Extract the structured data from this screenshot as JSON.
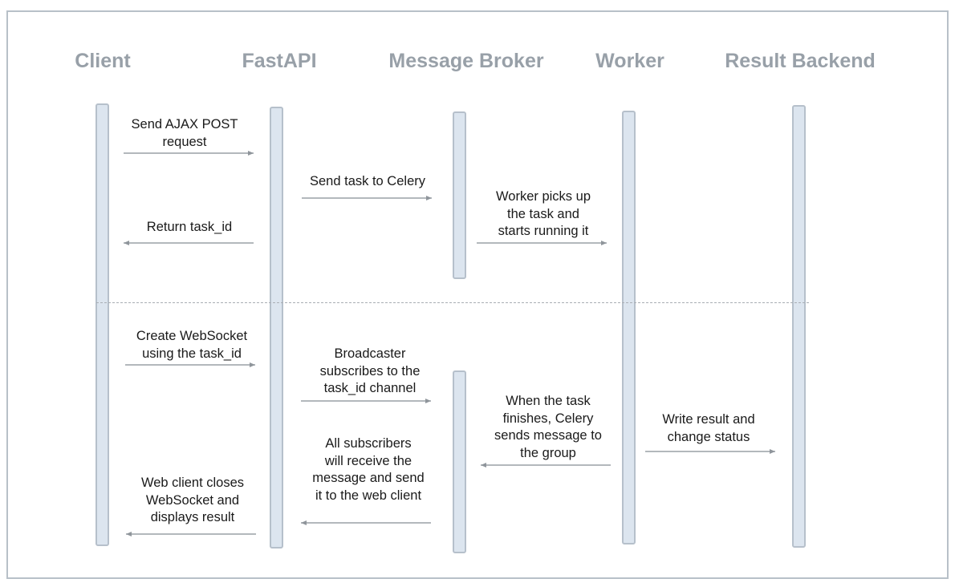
{
  "participants": [
    {
      "name": "Client"
    },
    {
      "name": "FastAPI"
    },
    {
      "name": "Message Broker"
    },
    {
      "name": "Worker"
    },
    {
      "name": "Result Backend"
    }
  ],
  "messages": [
    {
      "from": "Client",
      "to": "FastAPI",
      "lines": [
        "Send AJAX POST",
        "request"
      ]
    },
    {
      "from": "FastAPI",
      "to": "Message Broker",
      "lines": [
        "Send task to Celery"
      ]
    },
    {
      "from": "FastAPI",
      "to": "Client",
      "lines": [
        "Return task_id"
      ]
    },
    {
      "from": "Message Broker",
      "to": "Worker",
      "lines": [
        "Worker picks up",
        "the task and",
        "starts running it"
      ]
    },
    {
      "from": "Client",
      "to": "FastAPI",
      "lines": [
        "Create WebSocket",
        "using the task_id"
      ]
    },
    {
      "from": "FastAPI",
      "to": "Message Broker",
      "lines": [
        "Broadcaster",
        "subscribes to the",
        "task_id channel"
      ]
    },
    {
      "from": "Worker",
      "to": "Message Broker",
      "lines": [
        "When the task",
        "finishes, Celery",
        "sends message to",
        "the group"
      ]
    },
    {
      "from": "Worker",
      "to": "Result Backend",
      "lines": [
        "Write result and",
        "change status"
      ]
    },
    {
      "from": "Message Broker",
      "to": "FastAPI",
      "lines": [
        "All subscribers",
        "will receive the",
        "message and send",
        "it to the web client"
      ]
    },
    {
      "from": "FastAPI",
      "to": "Client",
      "lines": [
        "Web client closes",
        "WebSocket and",
        "displays result"
      ]
    }
  ]
}
